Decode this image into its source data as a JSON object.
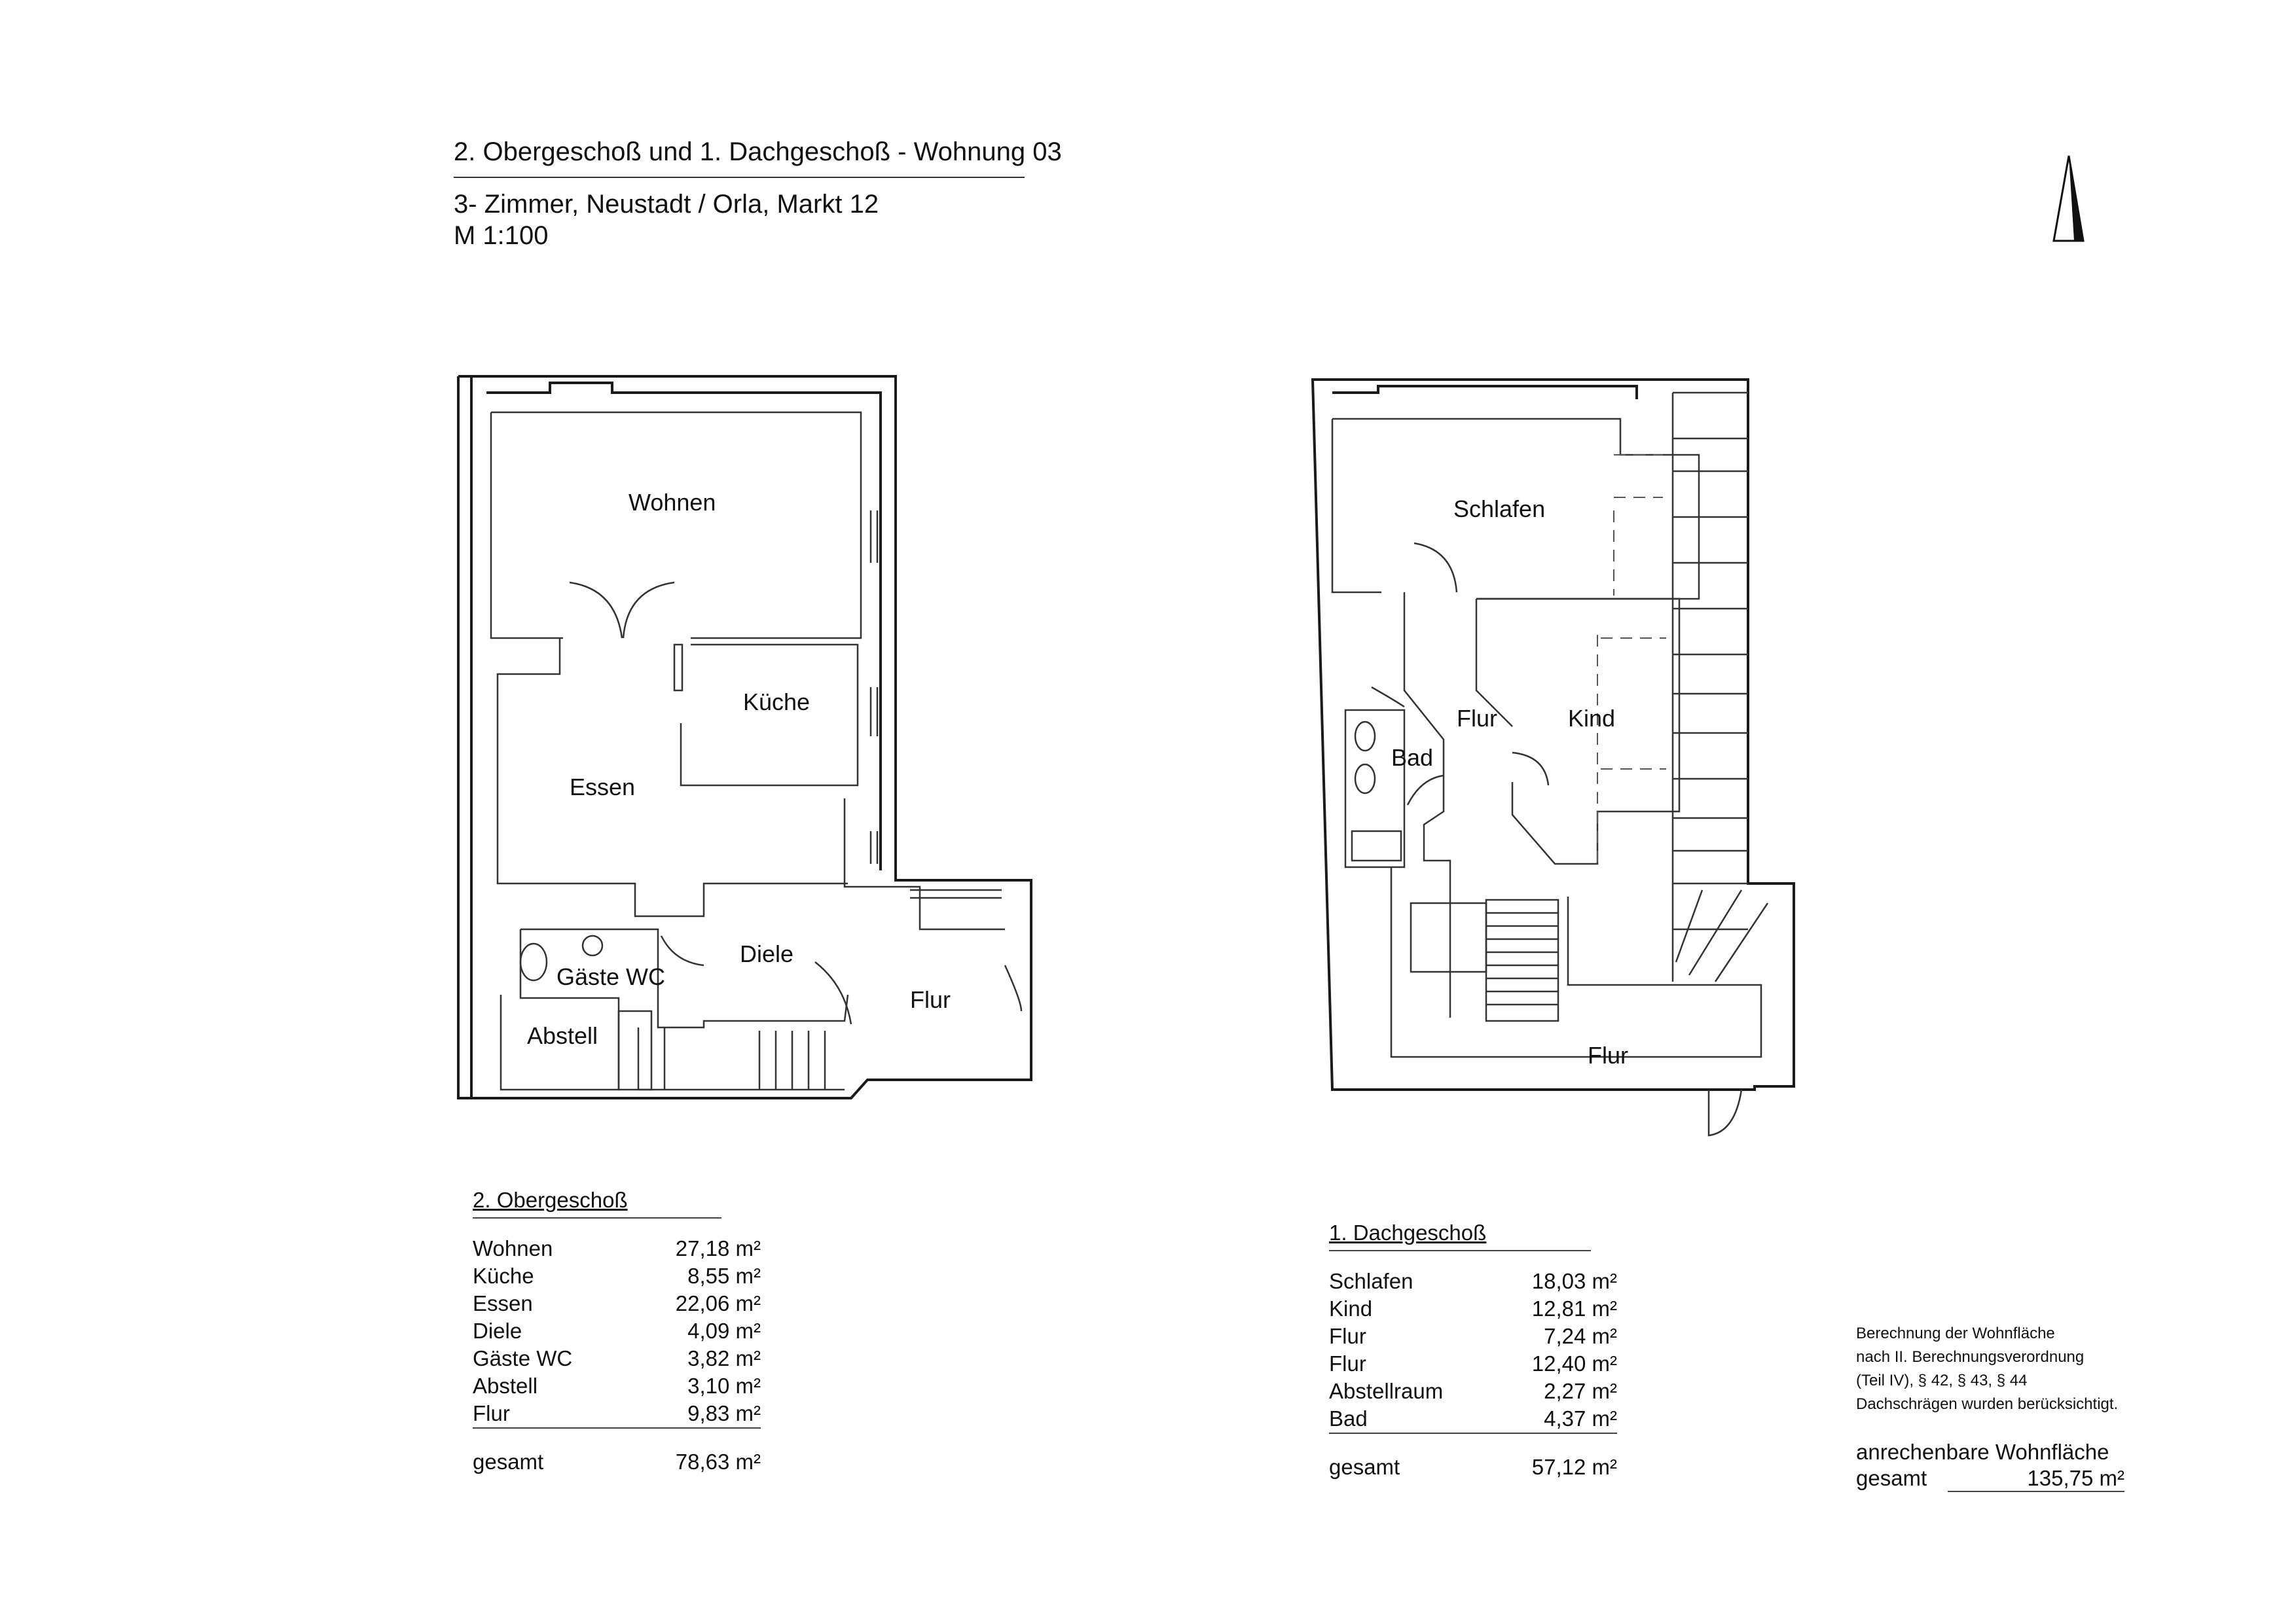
{
  "header": {
    "title": "2. Obergeschoß und 1. Dachgeschoß - Wohnung 03",
    "subtitle": "3- Zimmer, Neustadt / Orla, Markt 12",
    "scale": "M  1:100"
  },
  "plan_og": {
    "rooms": {
      "wohnen": "Wohnen",
      "kueche": "Küche",
      "essen": "Essen",
      "diele": "Diele",
      "gaeste_wc": "Gäste WC",
      "abstell": "Abstell",
      "flur": "Flur"
    }
  },
  "plan_dg": {
    "rooms": {
      "schlafen": "Schlafen",
      "flur": "Flur",
      "kind": "Kind",
      "bad": "Bad",
      "flur_unten": "Flur"
    }
  },
  "table_og": {
    "title": "2. Obergeschoß",
    "rows": [
      {
        "name": "Wohnen",
        "value": "27,18 m²"
      },
      {
        "name": "Küche",
        "value": "8,55 m²"
      },
      {
        "name": "Essen",
        "value": "22,06 m²"
      },
      {
        "name": "Diele",
        "value": "4,09 m²"
      },
      {
        "name": "Gäste WC",
        "value": "3,82 m²"
      },
      {
        "name": "Abstell",
        "value": "3,10 m²"
      },
      {
        "name": "Flur",
        "value": "9,83 m²"
      }
    ],
    "total": {
      "name": "gesamt",
      "value": "78,63 m²"
    }
  },
  "table_dg": {
    "title": "1. Dachgeschoß",
    "rows": [
      {
        "name": "Schlafen",
        "value": "18,03 m²"
      },
      {
        "name": "Kind",
        "value": "12,81 m²"
      },
      {
        "name": "Flur",
        "value": "7,24 m²"
      },
      {
        "name": "Flur",
        "value": "12,40 m²"
      },
      {
        "name": "Abstellraum",
        "value": "2,27 m²"
      },
      {
        "name": "Bad",
        "value": "4,37 m²"
      }
    ],
    "total": {
      "name": "gesamt",
      "value": "57,12 m²"
    }
  },
  "note": {
    "lines": [
      "Berechnung der Wohnfläche",
      "nach II. Berechnungsverordnung",
      "(Teil IV), § 42, § 43, § 44",
      "Dachschrägen wurden berücksichtigt."
    ]
  },
  "wohnflaeche": {
    "label": "anrechenbare Wohnfläche",
    "total_name": "gesamt",
    "total_value": "135,75 m²"
  }
}
